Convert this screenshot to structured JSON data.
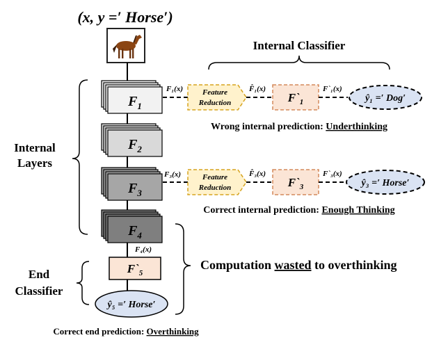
{
  "input_label": "(x, y =′ Horse′)",
  "internal_classifier_title": "Internal Classifier",
  "internal_layers_label": [
    "Internal",
    "Layers"
  ],
  "end_classifier_label": [
    "End",
    "Classifier"
  ],
  "layers": [
    {
      "name": "F",
      "sub": "1",
      "fill": "#f2f2f2"
    },
    {
      "name": "F",
      "sub": "2",
      "fill": "#d9d9d9"
    },
    {
      "name": "F",
      "sub": "3",
      "fill": "#a6a6a6"
    },
    {
      "name": "F",
      "sub": "4",
      "fill": "#7f7f7f"
    }
  ],
  "branch1": {
    "fx_label": "F₁(x)",
    "reduction": [
      "Feature",
      "Reduction"
    ],
    "reduced_label": "F̂₁(x)",
    "classifier": {
      "name": "F`",
      "sub": "1"
    },
    "out_label": "F`₁(x)",
    "prediction": "ŷ₁ =′ Dog′",
    "caption_prefix": "Wrong internal prediction: ",
    "caption_emph": "Underthinking"
  },
  "branch3": {
    "fx_label": "F₃(x)",
    "reduction": [
      "Feature",
      "Reduction"
    ],
    "reduced_label": "F̂₃(x)",
    "classifier": {
      "name": "F`",
      "sub": "3"
    },
    "out_label": "F`₃(x)",
    "prediction": "ŷ₃ =′ Horse′",
    "caption_prefix": "Correct internal prediction: ",
    "caption_emph": "Enough Thinking"
  },
  "f4_out_label": "F₄(x)",
  "end_classifier": {
    "name": "F`",
    "sub": "5"
  },
  "end_prediction": "ŷ₅ =′ Horse′",
  "wasted": {
    "prefix": "Computation ",
    "emph": "wasted",
    "suffix": " to overthinking"
  },
  "end_caption": {
    "prefix": "Correct end prediction: ",
    "emph": "Overthinking"
  },
  "colors": {
    "reduction_fill": "#fff2cc",
    "reduction_stroke": "#d6a31e",
    "classifier_fill": "#fbe5d6",
    "classifier_stroke": "#d48a5c",
    "prediction_fill": "#dae3f3",
    "horse_brown": "#8b4513"
  },
  "icons": {
    "input_image": "horse-icon"
  }
}
